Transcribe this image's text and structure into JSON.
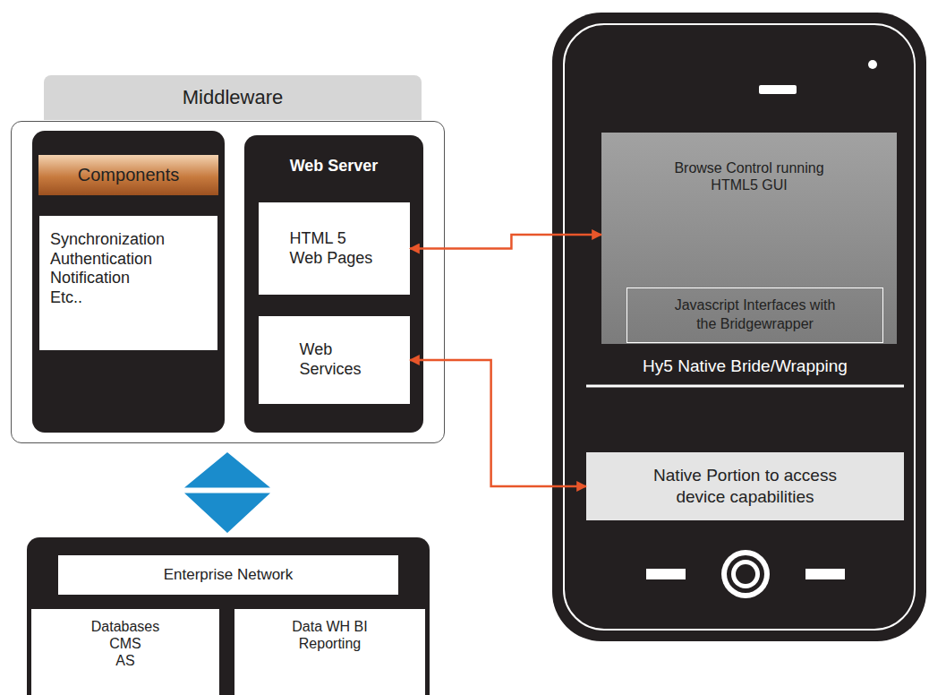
{
  "diagram": {
    "nodes": [
      {
        "text": [
          "Middleware"
        ]
      },
      {
        "text": [
          "Components"
        ],
        "in": 0
      },
      {
        "text": [
          "Synchronization Authentication Notification Etc.."
        ],
        "in": 1
      },
      {
        "text": [
          "Web Server"
        ],
        "in": 0
      },
      {
        "text": [
          "HTML 5 Web Pages"
        ],
        "in": 3
      },
      {
        "text": [
          "Web Services"
        ],
        "in": 3
      },
      {
        "text": [
          "Enterprise Network"
        ]
      },
      {
        "text": [
          "Databases CMS AS"
        ],
        "in": 6
      },
      {
        "text": [
          "Data WH BI Reporting"
        ],
        "in": 6
      },
      {
        "text": [
          "Browse Control running HTML5 GUI"
        ]
      },
      {
        "text": [
          "Javascript Interfaces with the Bridgewrapper"
        ],
        "in": 9
      },
      {
        "text": [
          "Native Portion to access device capabilities"
        ]
      }
    ],
    "edges": [
      {
        "from": 4,
        "to": 9,
        "arrow": "both"
      },
      {
        "from": 5,
        "to": 11,
        "arrow": "both"
      },
      {
        "from": 0,
        "to": 6,
        "arrow": "both"
      }
    ],
    "labels": [
      "Hy5 Native Bride/Wrapping"
    ]
  }
}
